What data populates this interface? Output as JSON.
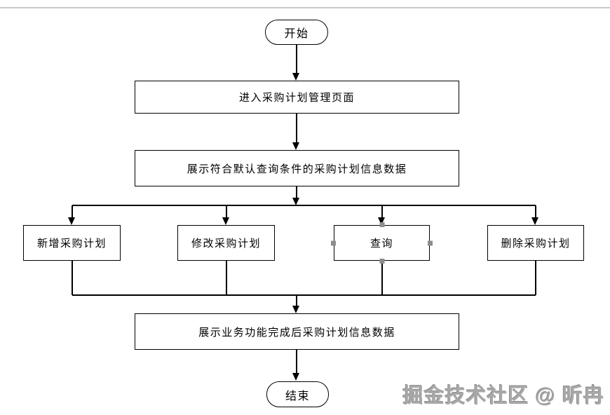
{
  "flowchart": {
    "start": {
      "label": "开始"
    },
    "steps": {
      "enter_page": {
        "label": "进入采购计划管理页面"
      },
      "show_default": {
        "label": "展示符合默认查询条件的采购计划信息数据"
      },
      "show_result": {
        "label": "展示业务功能完成后采购计划信息数据"
      }
    },
    "branches": [
      {
        "label": "新增采购计划",
        "selected": false
      },
      {
        "label": "修改采购计划",
        "selected": false
      },
      {
        "label": "查询",
        "selected": true
      },
      {
        "label": "删除采购计划",
        "selected": false
      }
    ],
    "end": {
      "label": "结束"
    }
  },
  "watermark": {
    "text": "掘金技术社区 @ 昕冉"
  },
  "colors": {
    "line": "#000000",
    "box_border": "#000000",
    "box_fill": "#ffffff",
    "selection_handle": "#8c8c8c",
    "divider": "#c9c9c9",
    "watermark": "#a8a8a8"
  }
}
